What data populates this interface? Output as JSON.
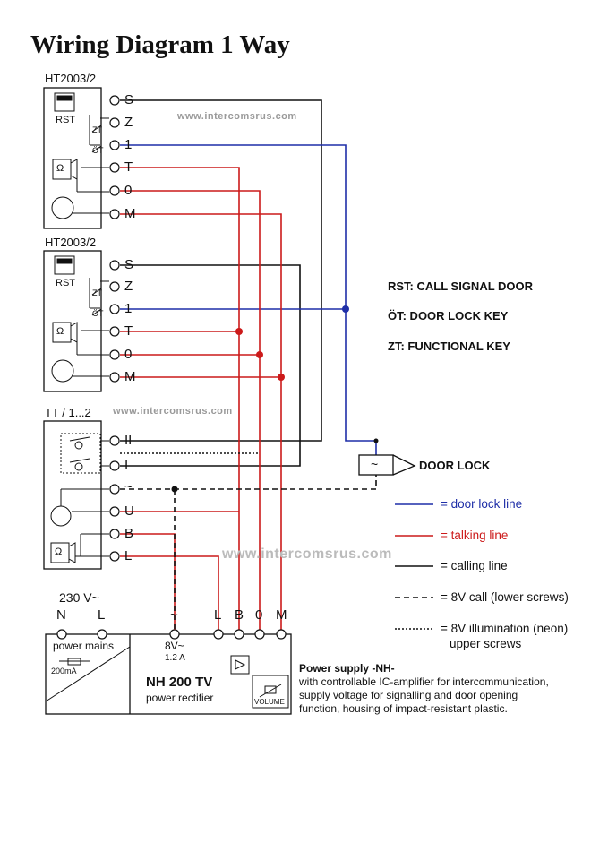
{
  "title": "Wiring Diagram 1 Way",
  "watermark": "www.intercomsrus.com",
  "units": [
    {
      "label": "HT2003/2",
      "terminals": [
        "S",
        "Z",
        "1",
        "T",
        "0",
        "M"
      ],
      "labels": [
        "RST",
        "ZT",
        "ÖT",
        "Ω"
      ]
    },
    {
      "label": "HT2003/2",
      "terminals": [
        "S",
        "Z",
        "1",
        "T",
        "0",
        "M"
      ],
      "labels": [
        "RST",
        "ZT",
        "ÖT",
        "Ω"
      ]
    },
    {
      "label": "TT / 1...2",
      "terminals": [
        "II",
        "I",
        "~",
        "U",
        "B",
        "L"
      ],
      "labels": [
        "Ω"
      ]
    }
  ],
  "definitions": [
    "RST: CALL SIGNAL DOOR",
    "ÖT: DOOR LOCK KEY",
    "ZT: FUNCTIONAL KEY"
  ],
  "door_lock": {
    "symbol": "~",
    "label": "DOOR LOCK"
  },
  "legend": [
    {
      "label": "= door lock line",
      "color": "#1f2fa8",
      "style": "solid"
    },
    {
      "label": "= talking line",
      "color": "#cc1a1a",
      "style": "solid"
    },
    {
      "label": "= calling line",
      "color": "#111111",
      "style": "solid"
    },
    {
      "label": "= 8V call (lower screws)",
      "color": "#111111",
      "style": "dashed"
    },
    {
      "label": "= 8V illumination (neon)",
      "label2": "upper screws",
      "color": "#111111",
      "style": "dotted"
    }
  ],
  "power_supply": {
    "mains_voltage": "230 V~",
    "mains_terminals": [
      "N",
      "L"
    ],
    "ac_terminal": "~",
    "out_terminals": [
      "L",
      "B",
      "0",
      "M"
    ],
    "mains_label": "power mains",
    "fuse": "200mA",
    "voltage": "8V~",
    "current": "1.2 A",
    "model": "NH 200 TV",
    "model_sub": "power rectifier",
    "volume": "VOLUME",
    "desc_title": "Power supply -NH-",
    "desc": [
      "with controllable IC-amplifier for intercommunication,",
      "supply voltage for signalling and door opening",
      "function, housing of impact-resistant plastic."
    ]
  },
  "colors": {
    "blue": "#1f2fa8",
    "red": "#cc1a1a",
    "black": "#111111"
  }
}
